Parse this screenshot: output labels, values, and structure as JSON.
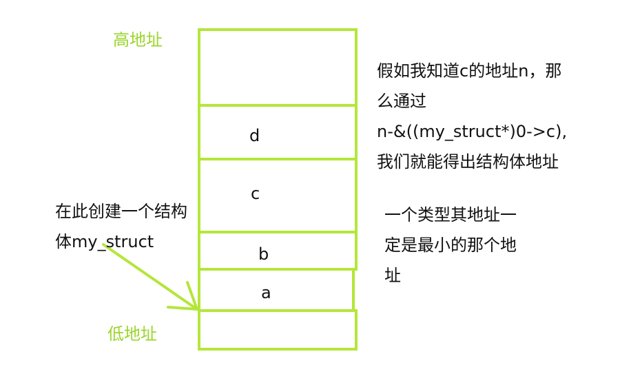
{
  "colors": {
    "box_border": "#b4e63a",
    "address_label": "#9bd52b",
    "text": "#111111"
  },
  "memory": {
    "high_address_label": "高地址",
    "low_address_label": "低地址",
    "cells": [
      {
        "label": ""
      },
      {
        "label": "d"
      },
      {
        "label": "c"
      },
      {
        "label": "b"
      },
      {
        "label": "a"
      },
      {
        "label": ""
      }
    ]
  },
  "left_note": "在此创建一个结构\n体my_struct",
  "right_note_top": "假如我知道c的地址n，那\n么通过\nn-&((my_struct*)0->c),\n我们就能得出结构体地址",
  "right_note_bottom": "一个类型其地址一\n定是最小的那个地\n址"
}
